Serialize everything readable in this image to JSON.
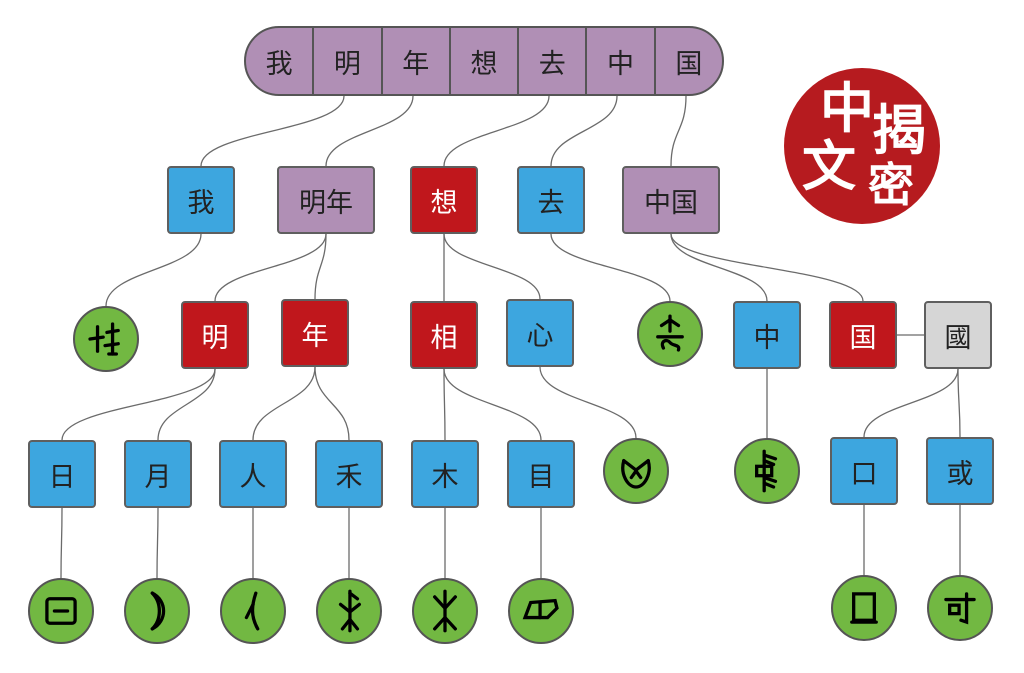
{
  "title_chars": [
    "我",
    "明",
    "年",
    "想",
    "去",
    "中",
    "国"
  ],
  "seal": {
    "chars": [
      "中",
      "文",
      "揭",
      "密"
    ],
    "color": "#b61b1f"
  },
  "colors": {
    "purple": "#b08fb5",
    "blue": "#3da6df",
    "red": "#c0171c",
    "grey": "#d6d6d6",
    "green": "#72b842"
  },
  "level1": [
    {
      "id": "n-wo",
      "text": "我",
      "color": "blue"
    },
    {
      "id": "n-mingnian",
      "text": "明年",
      "color": "purple"
    },
    {
      "id": "n-xiang",
      "text": "想",
      "color": "red"
    },
    {
      "id": "n-qu",
      "text": "去",
      "color": "blue"
    },
    {
      "id": "n-zhongguo",
      "text": "中国",
      "color": "purple"
    }
  ],
  "level2": [
    {
      "id": "n-ming",
      "text": "明",
      "color": "red"
    },
    {
      "id": "n-nian",
      "text": "年",
      "color": "red"
    },
    {
      "id": "n-xiang2",
      "text": "相",
      "color": "red"
    },
    {
      "id": "n-xin",
      "text": "心",
      "color": "blue"
    },
    {
      "id": "n-zhong",
      "text": "中",
      "color": "blue"
    },
    {
      "id": "n-guo",
      "text": "国",
      "color": "red"
    },
    {
      "id": "n-guo-trad",
      "text": "國",
      "color": "grey"
    }
  ],
  "level3": [
    {
      "id": "n-ri",
      "text": "日",
      "color": "blue"
    },
    {
      "id": "n-yue",
      "text": "月",
      "color": "blue"
    },
    {
      "id": "n-ren",
      "text": "人",
      "color": "blue"
    },
    {
      "id": "n-he",
      "text": "禾",
      "color": "blue"
    },
    {
      "id": "n-mu",
      "text": "木",
      "color": "blue"
    },
    {
      "id": "n-mu4",
      "text": "目",
      "color": "blue"
    },
    {
      "id": "n-kou",
      "text": "口",
      "color": "blue"
    },
    {
      "id": "n-huo",
      "text": "或",
      "color": "blue"
    }
  ],
  "oracle_glyphs": [
    {
      "id": "o-wo",
      "icon": "oracle-wo-icon"
    },
    {
      "id": "o-qu",
      "icon": "oracle-qu-icon"
    },
    {
      "id": "o-xin",
      "icon": "oracle-xin-icon"
    },
    {
      "id": "o-zhong",
      "icon": "oracle-zhong-icon"
    },
    {
      "id": "o-ri",
      "icon": "oracle-ri-icon"
    },
    {
      "id": "o-yue",
      "icon": "oracle-yue-icon"
    },
    {
      "id": "o-ren",
      "icon": "oracle-ren-icon"
    },
    {
      "id": "o-he",
      "icon": "oracle-he-icon"
    },
    {
      "id": "o-mu",
      "icon": "oracle-mu-icon"
    },
    {
      "id": "o-mu4",
      "icon": "oracle-eye-icon"
    },
    {
      "id": "o-kou",
      "icon": "oracle-kou-icon"
    },
    {
      "id": "o-huo",
      "icon": "oracle-huo-icon"
    }
  ],
  "edges": [
    [
      "top-1",
      "n-wo"
    ],
    [
      "top-2",
      "n-mingnian"
    ],
    [
      "top-4",
      "n-xiang"
    ],
    [
      "top-5",
      "n-qu"
    ],
    [
      "top-6",
      "n-zhongguo"
    ],
    [
      "n-wo",
      "o-wo"
    ],
    [
      "n-mingnian",
      "n-ming"
    ],
    [
      "n-mingnian",
      "n-nian"
    ],
    [
      "n-xiang",
      "n-xiang2"
    ],
    [
      "n-xiang",
      "n-xin"
    ],
    [
      "n-qu",
      "o-qu"
    ],
    [
      "n-zhongguo",
      "n-zhong"
    ],
    [
      "n-zhongguo",
      "n-guo"
    ],
    [
      "n-ming",
      "n-ri"
    ],
    [
      "n-ming",
      "n-yue"
    ],
    [
      "n-nian",
      "n-ren"
    ],
    [
      "n-nian",
      "n-he"
    ],
    [
      "n-xiang2",
      "n-mu"
    ],
    [
      "n-xiang2",
      "n-mu4"
    ],
    [
      "n-xin",
      "o-xin"
    ],
    [
      "n-zhong",
      "o-zhong"
    ],
    [
      "n-guo-trad",
      "n-kou"
    ],
    [
      "n-guo-trad",
      "n-huo"
    ],
    [
      "n-ri",
      "o-ri"
    ],
    [
      "n-yue",
      "o-yue"
    ],
    [
      "n-ren",
      "o-ren"
    ],
    [
      "n-he",
      "o-he"
    ],
    [
      "n-mu",
      "o-mu"
    ],
    [
      "n-mu4",
      "o-mu4"
    ],
    [
      "n-kou",
      "o-kou"
    ],
    [
      "n-huo",
      "o-huo"
    ]
  ]
}
